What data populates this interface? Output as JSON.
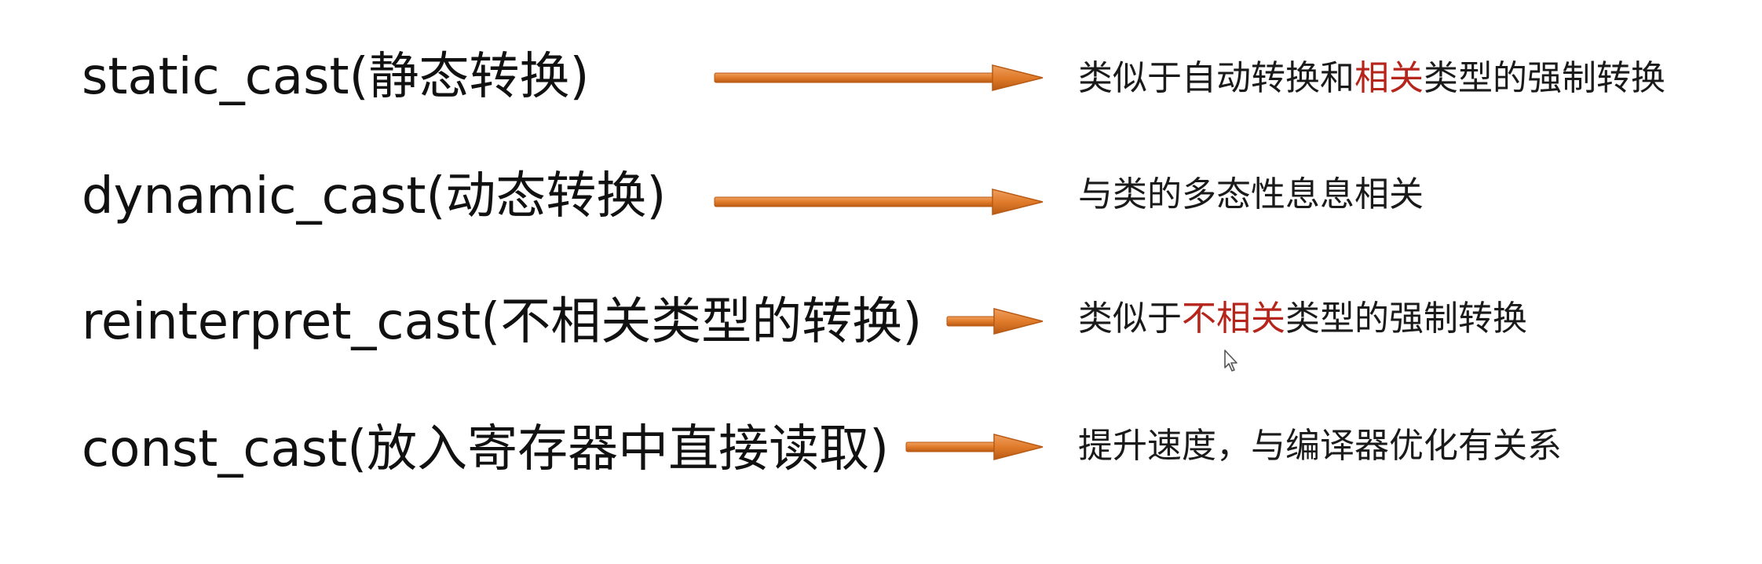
{
  "rows": [
    {
      "term": "static_cast(静态转换)",
      "desc": [
        {
          "text": "类似于自动转换和",
          "highlight": false
        },
        {
          "text": "相关",
          "highlight": true
        },
        {
          "text": "类型的强制转换",
          "highlight": false
        }
      ]
    },
    {
      "term": "dynamic_cast(动态转换)",
      "desc": [
        {
          "text": "与类的多态性息息相关",
          "highlight": false
        }
      ]
    },
    {
      "term": "reinterpret_cast(不相关类型的转换)",
      "desc": [
        {
          "text": "类似于",
          "highlight": false
        },
        {
          "text": "不相关",
          "highlight": true
        },
        {
          "text": "类型的强制转换",
          "highlight": false
        }
      ]
    },
    {
      "term": "const_cast(放入寄存器中直接读取)",
      "desc": [
        {
          "text": "提升速度，与编译器优化有关系",
          "highlight": false
        }
      ]
    }
  ],
  "colors": {
    "arrow": "#e07b2a",
    "arrow_dark": "#b85a14",
    "highlight": "#b5251c",
    "text": "#111111"
  },
  "icons": {
    "arrow": "right-arrow-icon",
    "cursor": "mouse-cursor-icon"
  }
}
